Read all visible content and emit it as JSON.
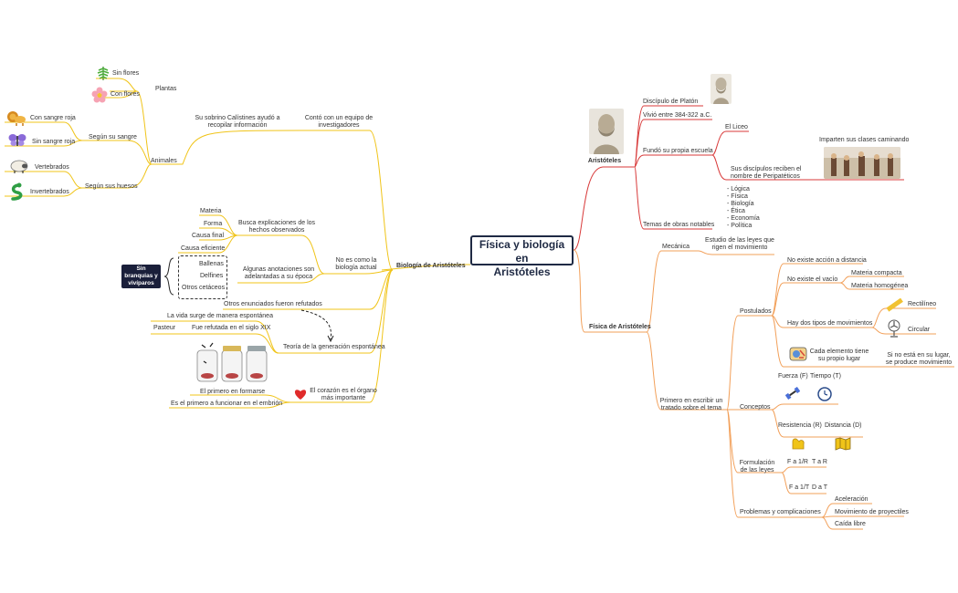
{
  "central": {
    "line1": "Física y biología en",
    "line2": "Aristóteles"
  },
  "left": {
    "biologia": "Biología de Aristóteles",
    "equipo": {
      "line1": "Contó con un equipo de",
      "line2": "investigadores"
    },
    "sobrino": {
      "line1": "Su sobrino Calístines ayudó a",
      "line2": "recopilar información"
    },
    "plantas": "Plantas",
    "sin_flores": "Sin flores",
    "con_flores": "Con flores",
    "animales": "Animales",
    "segun_sangre": "Según su sangre",
    "con_sangre_roja": "Con sangre roja",
    "sin_sangre_roja": "Sin sangre roja",
    "segun_huesos": "Según sus huesos",
    "vertebrados": "Vertebrados",
    "invertebrados": "Invertebrados",
    "no_es_como": {
      "line1": "No es como la",
      "line2": "biología actual"
    },
    "busca": {
      "line1": "Busca explicaciones de los",
      "line2": "hechos observados"
    },
    "materia": "Materia",
    "forma": "Forma",
    "causa_final": "Causa final",
    "causa_eficiente": "Causa eficiente",
    "anotaciones": {
      "line1": "Algunas anotaciones son",
      "line2": "adelantadas a su época"
    },
    "ballenas": "Ballenas",
    "delfines": "Delfines",
    "otros_cetaceos": "Otros cetáceos",
    "sin_branquias": {
      "line1": "Sin",
      "line2": "branquias y",
      "line3": "vivíparos"
    },
    "refutados": "Otros enunciados fueron refutados",
    "teoria": "Teoría de la generación espontánea",
    "vida_surge": "La vida surge de manera espontánea",
    "fue_refutada": "Fue refutada en el siglo XIX",
    "pasteur": "Pasteur",
    "corazon": {
      "line1": "El corazón es el órgano",
      "line2": "más importante"
    },
    "primero_formarse": "El primero en formarse",
    "primero_funcionar": "Es el primero a funcionar en el embrión"
  },
  "right": {
    "aristoteles": "Aristóteles",
    "discipulo": "Discípulo de Platón",
    "vivio": "Vivió entre 384-322 a.C.",
    "fundo": "Fundó su propia escuela",
    "liceo": "El Liceo",
    "discipulos": {
      "line1": "Sus discípulos reciben el",
      "line2": "nombre de Peripatéticos"
    },
    "imparten": "Imparten sus clases caminando",
    "temas": "Temas de obras notables",
    "temas_list": [
      "- Lógica",
      "- Física",
      "- Biología",
      "- Ética",
      "- Economía",
      "- Política"
    ],
    "fisica": "Física de Aristóteles",
    "mecanica": "Mecánica",
    "estudio": {
      "line1": "Estudio de las leyes que",
      "line2": "rigen el movimiento"
    },
    "primero_escribir": {
      "line1": "Primero en escribir un",
      "line2": "tratado sobre el tema"
    },
    "postulados": "Postulados",
    "no_accion": "No existe acción a distancia",
    "no_vacio": "No existe el vacío",
    "materia_compacta": "Materia compacta",
    "materia_homogenea": "Materia homogénea",
    "dos_tipos": "Hay dos tipos de movimientos",
    "rectilineo": "Rectilíneo",
    "circular": "Circular",
    "cada_elemento": {
      "line1": "Cada elemento tiene",
      "line2": "su propio lugar"
    },
    "si_no_esta": {
      "line1": "Si no está en su lugar,",
      "line2": "se produce movimiento"
    },
    "conceptos": "Conceptos",
    "fuerza": "Fuerza (F)",
    "tiempo": "Tiempo (T)",
    "resistencia": "Resistencia (R)",
    "distancia": "Distancia (D)",
    "formulacion": {
      "line1": "Formulación",
      "line2": "de las leyes"
    },
    "f1": "F a 1/R",
    "f2": "T a R",
    "f3": "F a 1/T",
    "f4": "D a T",
    "problemas": "Problemas y complicaciones",
    "aceleracion": "Aceleración",
    "proyectiles": "Movimiento de proyectiles",
    "caida": "Caída libre"
  },
  "colors": {
    "left_branch": "#f0c419",
    "right_top_branch": "#d83a3a",
    "right_bottom_branch": "#f2a05a",
    "central_border": "#1f2a44",
    "black_box": "#1a1f3a"
  },
  "icons": [
    "fern-icon",
    "flower-icon",
    "lion-icon",
    "butterfly-icon",
    "sheep-icon",
    "snake-icon",
    "heart-icon",
    "jars-icon",
    "plato-bust-icon",
    "aristotle-bust-icon",
    "peripatetic-painting-icon",
    "ruler-icon",
    "fan-icon",
    "earth-icon",
    "dumbbell-icon",
    "clock-icon",
    "arm-icon",
    "map-icon"
  ]
}
